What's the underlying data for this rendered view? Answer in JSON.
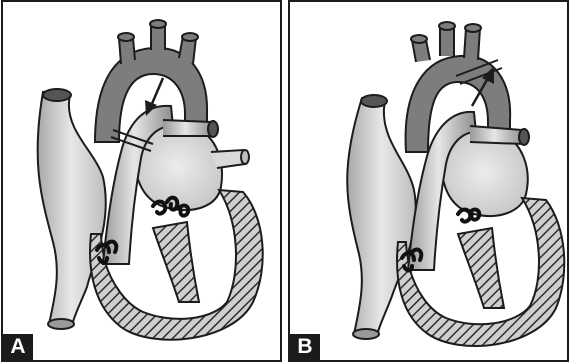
{
  "figure": {
    "panels": [
      {
        "label": "A",
        "arrow_direction": "down"
      },
      {
        "label": "B",
        "arrow_direction": "up"
      }
    ]
  },
  "colors": {
    "outline": "#1c1c1c",
    "dark_gray": "#7d7d7d",
    "medium_gray": "#b0b0b0",
    "light_gray": "#d9d9d9",
    "hatch": "#3a3a3a",
    "tag_background": "#1b1b1b",
    "tag_text": "#ffffff"
  }
}
